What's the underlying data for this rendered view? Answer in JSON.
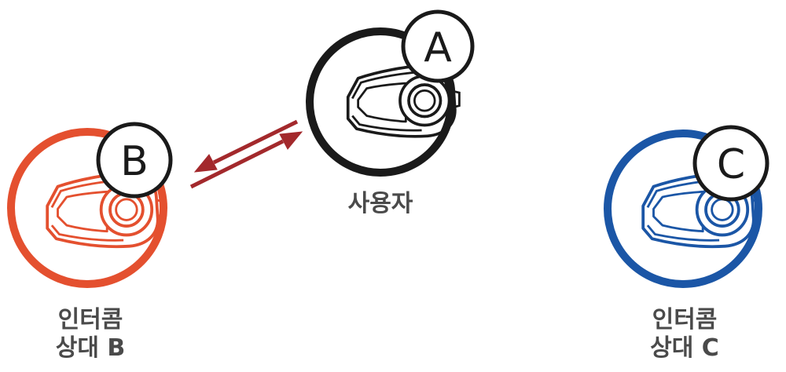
{
  "colors": {
    "user": "#1a1a1a",
    "partner_b": "#e4502f",
    "partner_c": "#1b56a6",
    "arrow": "#a3292c",
    "label": "#4a4a4a"
  },
  "nodes": {
    "user": {
      "badge": "A",
      "label": "사용자"
    },
    "partner_b": {
      "badge": "B",
      "label_line1": "인터콤",
      "label_line2": "상대 B"
    },
    "partner_c": {
      "badge": "C",
      "label_line1": "인터콤",
      "label_line2": "상대 C"
    }
  },
  "links": [
    {
      "from": "user",
      "to": "partner_b",
      "bidirectional": true
    }
  ]
}
